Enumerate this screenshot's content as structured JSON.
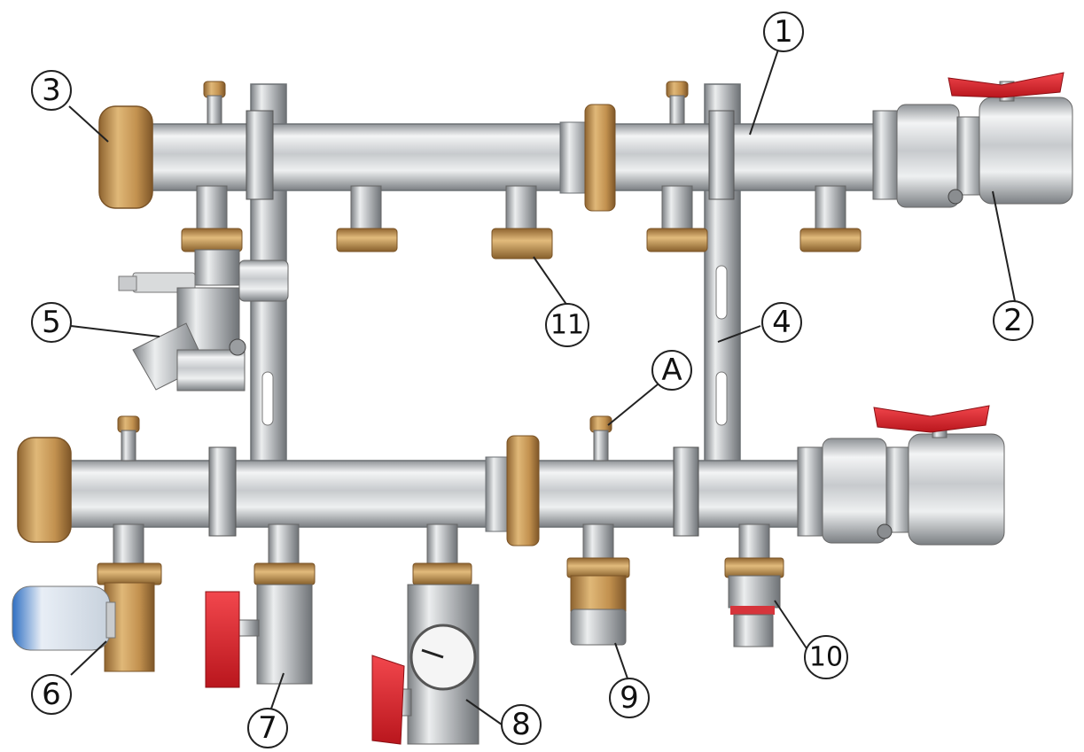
{
  "callouts": {
    "c1": "1",
    "c2": "2",
    "c3": "3",
    "c4": "4",
    "c5": "5",
    "c6": "6",
    "c7": "7",
    "c8": "8",
    "c9": "9",
    "c10": "10",
    "c11": "11",
    "cA": "A"
  },
  "colors": {
    "chrome_light": "#e9ebec",
    "chrome_mid": "#b9bcbf",
    "chrome_dark": "#7d8185",
    "brass": "#c89a57",
    "brass_dark": "#8f6430",
    "handle_red": "#e0252d",
    "thermo_blue": "#3b7fd0"
  }
}
